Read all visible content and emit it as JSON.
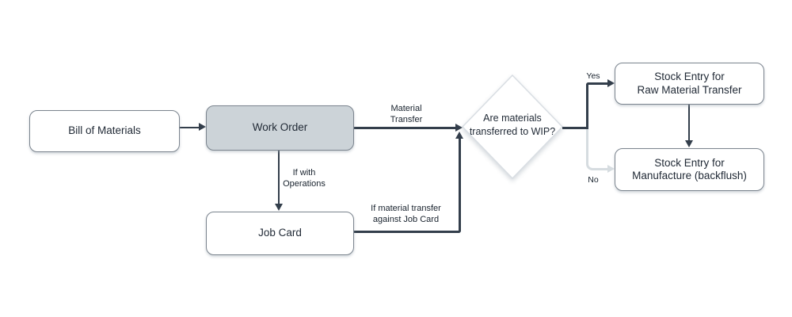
{
  "diagram": {
    "type": "flowchart",
    "colors": {
      "line": "#333e4b",
      "line_muted": "#d6dce0",
      "node_border": "#7b848e",
      "node_fill": "#ffffff",
      "work_order_fill": "#ccd3d8",
      "diamond_border": "#d9dee3",
      "text": "#1f2834",
      "label_text": "#18222d",
      "canvas": "#ffffff"
    },
    "nodes": {
      "bill_of_materials": {
        "label": "Bill of Materials"
      },
      "work_order": {
        "label": "Work Order"
      },
      "job_card": {
        "label": "Job Card"
      },
      "decision": {
        "line1": "Are materials",
        "line2": "transferred to WIP?"
      },
      "stock_entry_raw": {
        "line1": "Stock Entry for",
        "line2": "Raw Material Transfer"
      },
      "stock_entry_mfg": {
        "line1": "Stock Entry for",
        "line2": "Manufacture (backflush)"
      }
    },
    "edge_labels": {
      "material_transfer": {
        "line1": "Material",
        "line2": "Transfer"
      },
      "if_with_operations": {
        "line1": "If with",
        "line2": "Operations"
      },
      "if_material_transfer": {
        "line1": "If material transfer",
        "line2": "against Job Card"
      },
      "yes": "Yes",
      "no": "No"
    }
  }
}
